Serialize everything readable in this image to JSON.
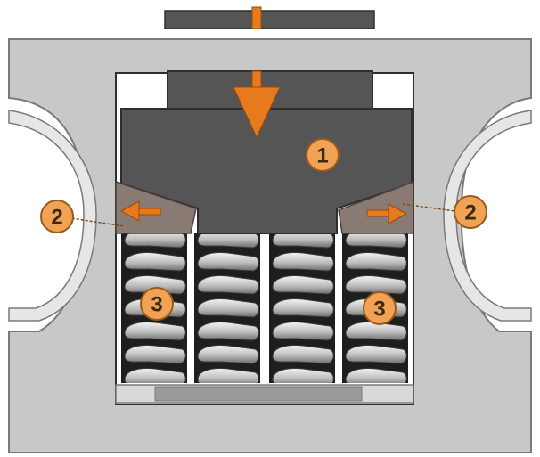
{
  "colors": {
    "housing": "#c8c8c8",
    "housing_stroke": "#7a7a7a",
    "recess": "#e6e6e6",
    "cavity": "#ffffff",
    "plunger": "#555555",
    "plunger_stroke": "#2e2e2e",
    "wedge": "#8a7a74",
    "wedge_stroke": "#4a4040",
    "arrow": "#e87a1e",
    "badge_fill": "#f2a255",
    "badge_stroke": "#9a5a1a",
    "spring_dark": "#1e1e1e",
    "spring_light": "#d9d9d9",
    "base_plate": "#9a9a9a"
  },
  "labels": {
    "plunger": "1",
    "wedge_left": "2",
    "wedge_right": "2",
    "spring_left": "3",
    "spring_right": "3"
  },
  "icons": {
    "load_arrow": "down-arrow-icon",
    "wedge_left_arrow": "left-arrow-icon",
    "wedge_right_arrow": "right-arrow-icon"
  }
}
